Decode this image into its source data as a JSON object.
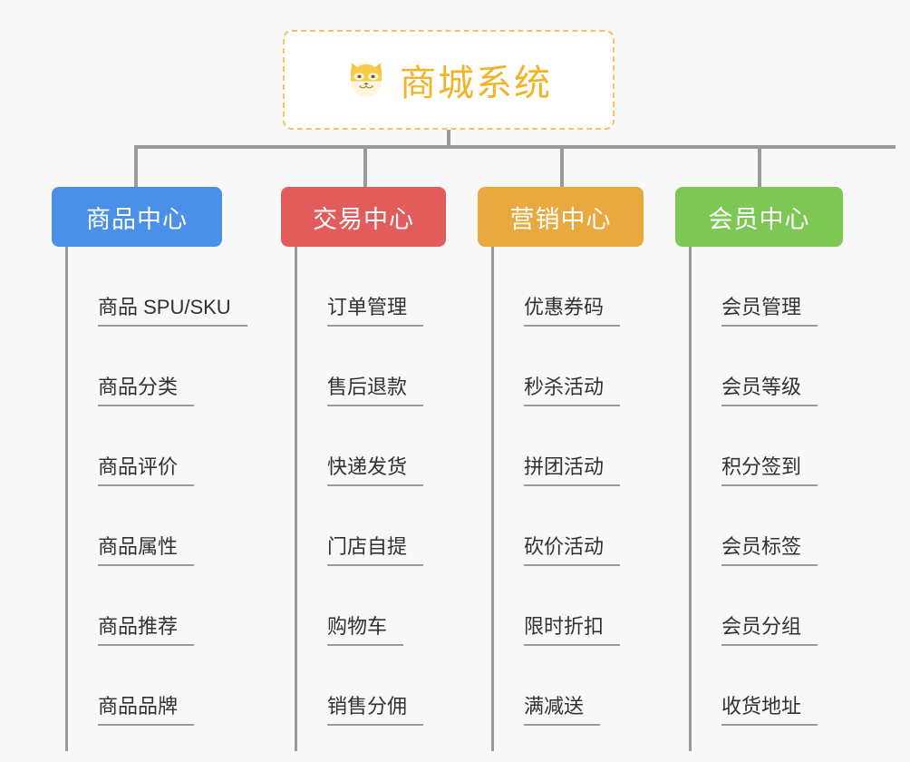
{
  "background_color": "#f8f8f8",
  "root": {
    "title": "商城系统",
    "icon": "dog-face-icon",
    "icon_glyph": "🐶",
    "text_color": "#f0b429",
    "border_color": "#f3c465",
    "background_color": "#ffffff"
  },
  "line_color": "#9a9a9a",
  "categories": [
    {
      "label": "商品中心",
      "color": "#4a90e8",
      "items": [
        "商品 SPU/SKU",
        "商品分类",
        "商品评价",
        "商品属性",
        "商品推荐",
        "商品品牌"
      ]
    },
    {
      "label": "交易中心",
      "color": "#e25c5c",
      "items": [
        "订单管理",
        "售后退款",
        "快递发货",
        "门店自提",
        "购物车",
        "销售分佣"
      ]
    },
    {
      "label": "营销中心",
      "color": "#e8a93f",
      "items": [
        "优惠券码",
        "秒杀活动",
        "拼团活动",
        "砍价活动",
        "限时折扣",
        "满减送"
      ]
    },
    {
      "label": "会员中心",
      "color": "#7dc855",
      "items": [
        "会员管理",
        "会员等级",
        "积分签到",
        "会员标签",
        "会员分组",
        "收货地址"
      ]
    }
  ],
  "layout": {
    "columns_x": [
      57,
      310,
      527,
      745
    ],
    "columns_width": [
      188,
      182,
      183,
      185
    ],
    "drops_x": [
      148,
      401,
      618,
      836
    ],
    "spine_x": [
      72,
      325,
      542,
      760
    ]
  }
}
